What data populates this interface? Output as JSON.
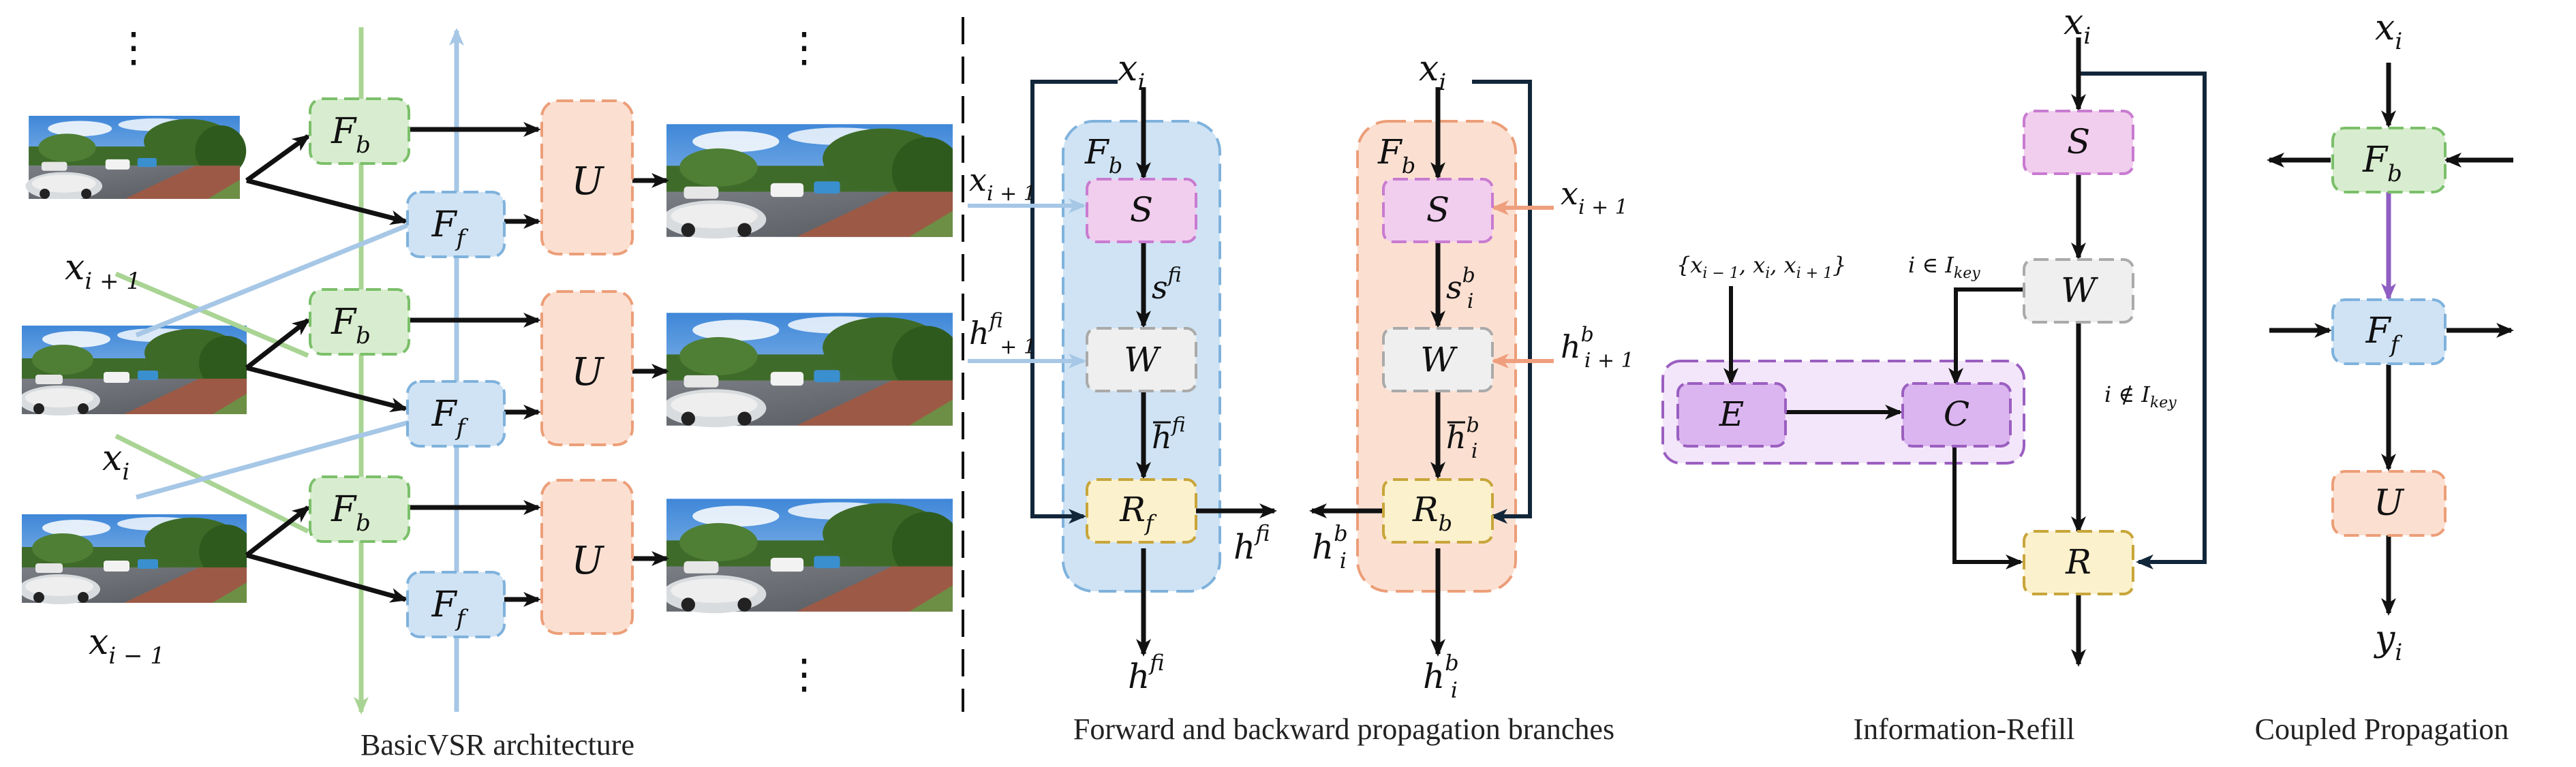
{
  "colors": {
    "Fb_fill": "#d8edcf",
    "Fb_stroke": "#7bbf6a",
    "Ff_fill": "#cfe3f4",
    "Ff_stroke": "#7fb2dc",
    "U_fill": "#fbe0d2",
    "U_stroke": "#ec9e78",
    "S_fill": "#f1cdee",
    "S_stroke": "#c87bd0",
    "W_fill": "#efefef",
    "W_stroke": "#aaaaaa",
    "R_fill": "#fbf1cc",
    "R_stroke": "#c8a53a",
    "E_fill": "#dbb5ef",
    "E_stroke": "#9b5fc0",
    "purple_panel": "#f3e6fa",
    "green_line": "#a9d494",
    "blue_line": "#a6c7e6",
    "salmon_line": "#ef9f7e",
    "dark_line": "#12263a",
    "purple_arrow": "#8f5ec2"
  },
  "captions": {
    "basicvsr": "BasicVSR architecture",
    "propagation": "Forward and backward propagation branches",
    "refill": "Information-Refill",
    "coupled": "Coupled Propagation"
  },
  "basicvsr": {
    "ellipsis": "⋮",
    "input_labels": {
      "top": "x",
      "top_sub": "i + 1",
      "mid": "x",
      "mid_sub": "i",
      "bot": "x",
      "bot_sub": "i − 1"
    },
    "fb": {
      "base": "F",
      "sub": "b"
    },
    "ff": {
      "base": "F",
      "sub": "f"
    },
    "u": "U"
  },
  "forward_branch": {
    "input": {
      "base": "x",
      "sub": "i"
    },
    "container": {
      "base": "F",
      "sub": "b"
    },
    "s": "S",
    "w": "W",
    "r": {
      "base": "R",
      "sub": "f"
    },
    "x_next": {
      "base": "x",
      "sub": "i + 1"
    },
    "h_next": {
      "base": "h",
      "sup": "f",
      "sub": "i + 1"
    },
    "s_out": {
      "base": "s",
      "sup": "f",
      "sub": "i"
    },
    "hbar": {
      "base": "h",
      "sup": "f",
      "sub": "i"
    },
    "h_side": {
      "base": "h",
      "sup": "f",
      "sub": "i"
    },
    "h_out": {
      "base": "h",
      "sup": "f",
      "sub": "i"
    }
  },
  "backward_branch": {
    "input": {
      "base": "x",
      "sub": "i"
    },
    "container": {
      "base": "F",
      "sub": "b"
    },
    "s": "S",
    "w": "W",
    "r": {
      "base": "R",
      "sub": "b"
    },
    "x_next": {
      "base": "x",
      "sub": "i + 1"
    },
    "h_next": {
      "base": "h",
      "sup": "b",
      "sub": "i + 1"
    },
    "s_out": {
      "base": "s",
      "sup": "b",
      "sub": "i"
    },
    "hbar": {
      "base": "h",
      "sup": "b",
      "sub": "i"
    },
    "h_side": {
      "base": "h",
      "sup": "b",
      "sub": "i"
    },
    "h_out": {
      "base": "h",
      "sup": "b",
      "sub": "i"
    }
  },
  "info_refill": {
    "input": {
      "base": "x",
      "sub": "i"
    },
    "s": "S",
    "w": "W",
    "e": "E",
    "c": "C",
    "r": "R",
    "set_label": "{x",
    "set_parts": [
      "{",
      "x",
      "i − 1",
      ", ",
      "x",
      "i",
      ", ",
      "x",
      "i + 1",
      "}"
    ],
    "cond_in": {
      "lead": "i ∈ ",
      "base": "I",
      "sub": "key"
    },
    "cond_out": {
      "lead": "i ∉ ",
      "base": "I",
      "sub": "key"
    }
  },
  "coupled": {
    "input": {
      "base": "x",
      "sub": "i"
    },
    "fb": {
      "base": "F",
      "sub": "b"
    },
    "ff": {
      "base": "F",
      "sub": "f"
    },
    "u": "U",
    "output": {
      "base": "y",
      "sub": "i"
    }
  }
}
